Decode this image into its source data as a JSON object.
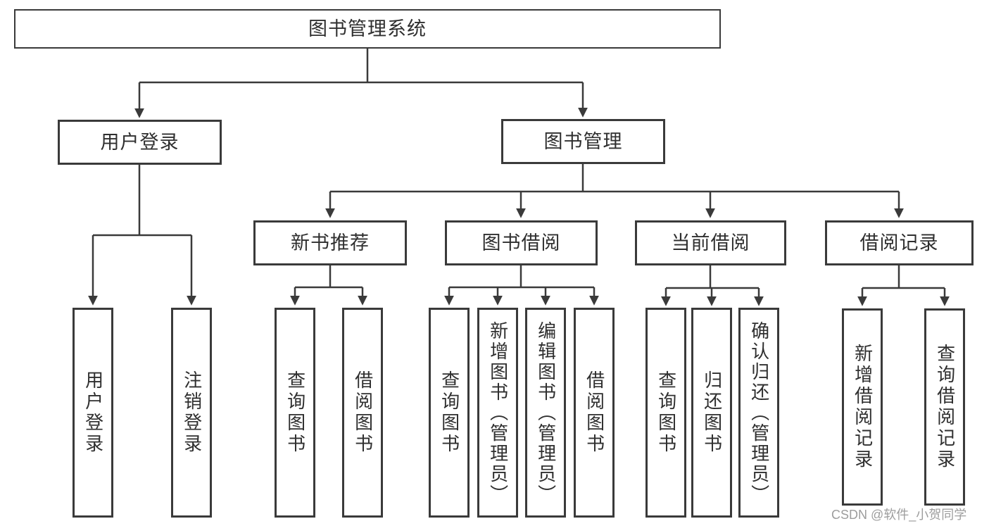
{
  "diagram": {
    "title": "图书管理系统",
    "watermark": "CSDN @软件_小贺同学",
    "colors": {
      "line": "#3a3a3a",
      "box_border": "#3a3a3a",
      "text": "#2f2f2f",
      "background": "#ffffff",
      "watermark": "#9d9d9d"
    },
    "root": {
      "label": "图书管理系统"
    },
    "level2": [
      {
        "label": "用户登录",
        "parent": "图书管理系统"
      },
      {
        "label": "图书管理",
        "parent": "图书管理系统"
      }
    ],
    "level3": [
      {
        "label": "新书推荐",
        "parent": "图书管理"
      },
      {
        "label": "图书借阅",
        "parent": "图书管理"
      },
      {
        "label": "当前借阅",
        "parent": "图书管理"
      },
      {
        "label": "借阅记录",
        "parent": "图书管理"
      }
    ],
    "leaves": [
      {
        "label": "用户登录",
        "parent": "用户登录"
      },
      {
        "label": "注销登录",
        "parent": "用户登录"
      },
      {
        "label": "查询图书",
        "parent": "新书推荐"
      },
      {
        "label": "借阅图书",
        "parent": "新书推荐"
      },
      {
        "label": "查询图书",
        "parent": "图书借阅"
      },
      {
        "label": "新增图书（管理员）",
        "parent": "图书借阅"
      },
      {
        "label": "编辑图书（管理员）",
        "parent": "图书借阅"
      },
      {
        "label": "借阅图书",
        "parent": "图书借阅"
      },
      {
        "label": "查询图书",
        "parent": "当前借阅"
      },
      {
        "label": "归还图书",
        "parent": "当前借阅"
      },
      {
        "label": "确认归还（管理员）",
        "parent": "当前借阅"
      },
      {
        "label": "新增借阅记录",
        "parent": "借阅记录"
      },
      {
        "label": "查询借阅记录",
        "parent": "借阅记录"
      }
    ]
  }
}
